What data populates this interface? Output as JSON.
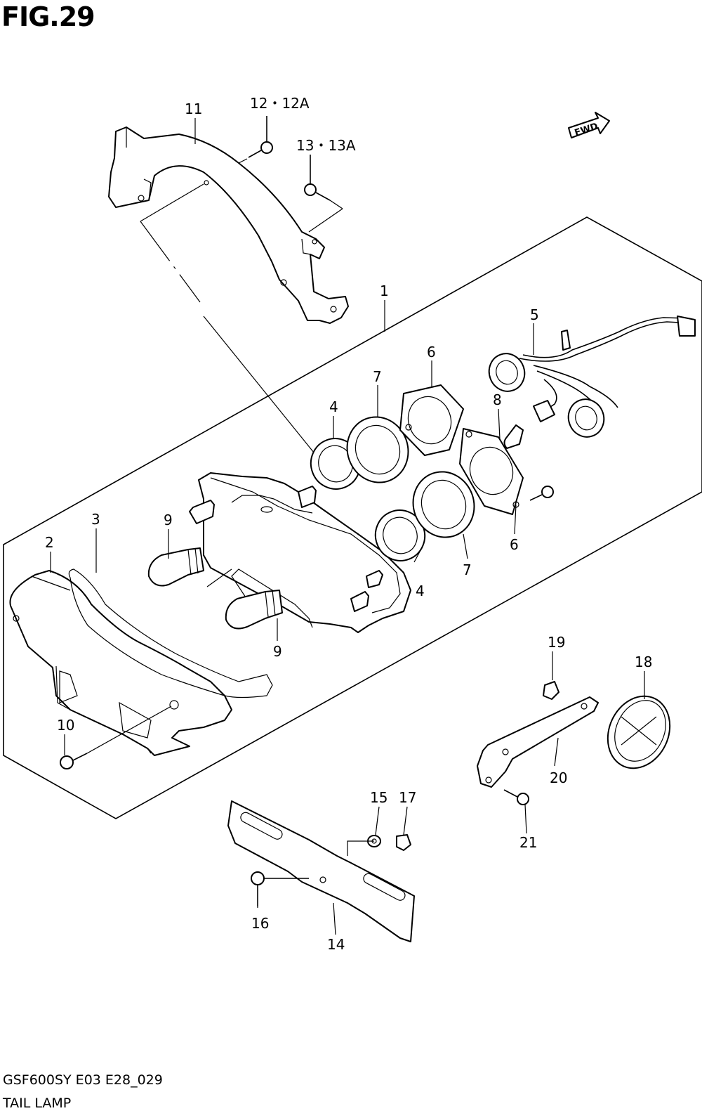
{
  "figure": {
    "title": "FIG.29",
    "code": "GSF600SY E03 E28_029",
    "name": "TAIL LAMP"
  },
  "fwd_label": "FWD",
  "callouts": {
    "c1": "1",
    "c2": "2",
    "c3": "3",
    "c4a": "4",
    "c4b": "4",
    "c5": "5",
    "c6a": "6",
    "c6b": "6",
    "c7a": "7",
    "c7b": "7",
    "c8": "8",
    "c9a": "9",
    "c9b": "9",
    "c10": "10",
    "c11": "11",
    "c12": "12・12A",
    "c13": "13・13A",
    "c14": "14",
    "c15": "15",
    "c16": "16",
    "c17": "17",
    "c18": "18",
    "c19": "19",
    "c20": "20",
    "c21": "21"
  }
}
